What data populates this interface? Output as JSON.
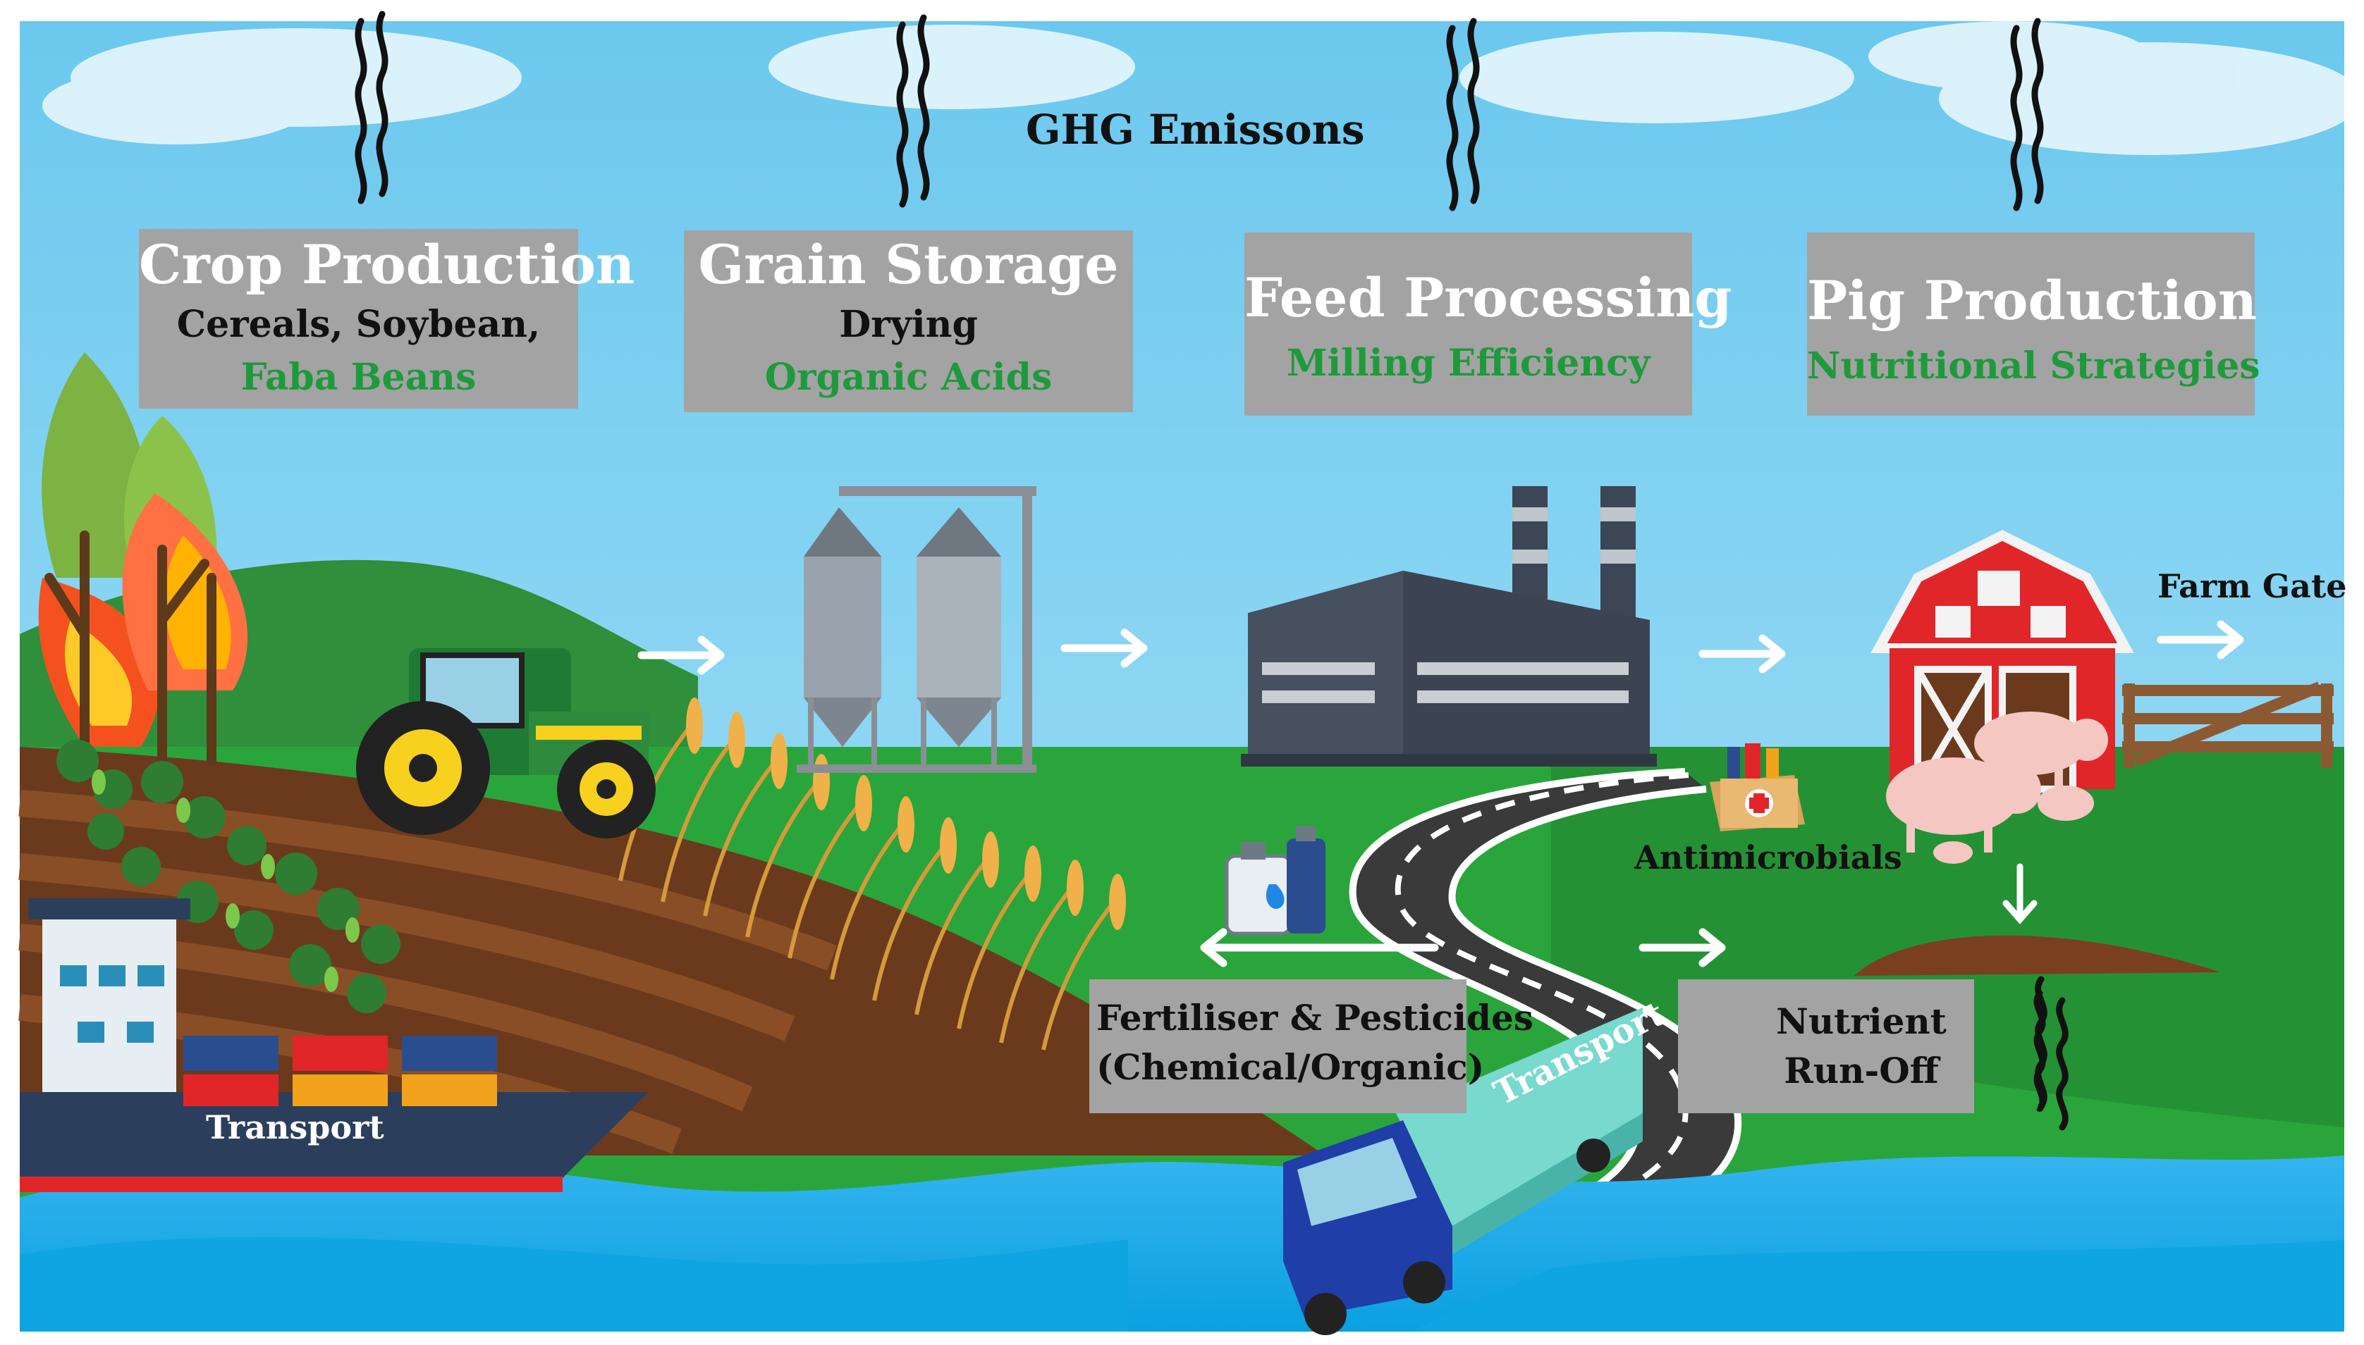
{
  "title": "GHG Emissons",
  "stages": [
    {
      "heading": "Crop Production",
      "line1": "Cereals, Soybean,",
      "line2": "Faba Beans"
    },
    {
      "heading": "Grain Storage",
      "line1": "Drying",
      "line2": "Organic Acids"
    },
    {
      "heading": "Feed Processing",
      "line1": "Milling Efficiency"
    },
    {
      "heading": "Pig Production",
      "line1": "Nutritional Strategies"
    }
  ],
  "labels": {
    "farm_gate": "Farm Gate",
    "antimicrobials": "Antimicrobials",
    "ship_transport": "Transport",
    "truck_transport": "Transport"
  },
  "bottom_boxes": {
    "fertiliser": {
      "line1": "Fertiliser & Pesticides",
      "line2": "(Chemical/Organic)"
    },
    "nutrient": {
      "line1": "Nutrient",
      "line2": "Run-Off"
    }
  },
  "colors": {
    "sky": "#7ed3f2",
    "grass": "#2aa53c",
    "water": "#2aa7e6",
    "box": "#a3a3a3",
    "green_text": "#1e9a3c",
    "barn_red": "#e1262a"
  }
}
